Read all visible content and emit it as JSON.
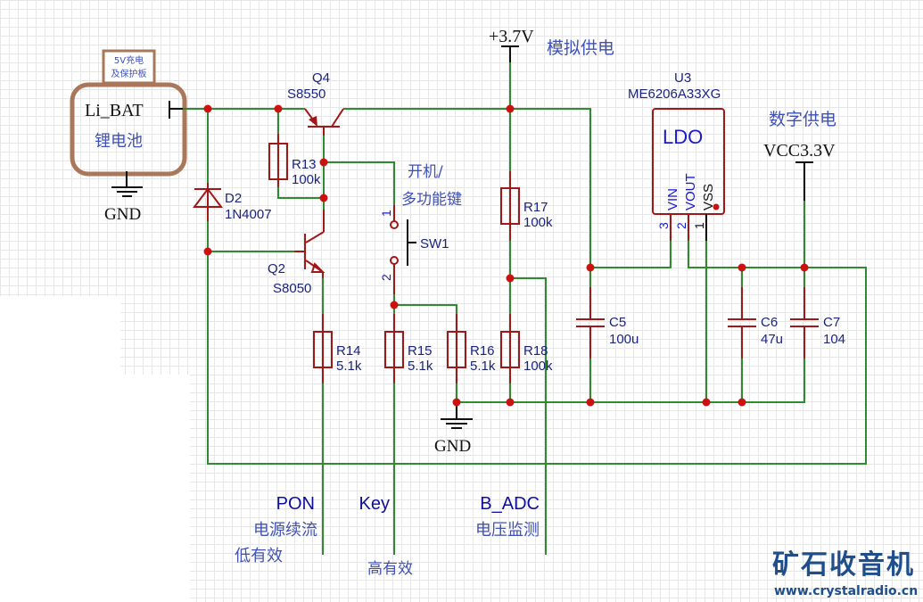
{
  "battery": {
    "charger_label_line1": "5V充电",
    "charger_label_line2": "及保护板",
    "name": "Li_BAT",
    "cn_name": "锂电池",
    "gnd": "GND"
  },
  "components": {
    "Q4": {
      "ref": "Q4",
      "part": "S8550"
    },
    "Q2": {
      "ref": "Q2",
      "part": "S8050"
    },
    "D2": {
      "ref": "D2",
      "part": "1N4007"
    },
    "R13": {
      "ref": "R13",
      "value": "100k"
    },
    "R14": {
      "ref": "R14",
      "value": "5.1k"
    },
    "R15": {
      "ref": "R15",
      "value": "5.1k"
    },
    "R16": {
      "ref": "R16",
      "value": "5.1k"
    },
    "R17": {
      "ref": "R17",
      "value": "100k"
    },
    "R18": {
      "ref": "R18",
      "value": "100k"
    },
    "C5": {
      "ref": "C5",
      "value": "100u"
    },
    "C6": {
      "ref": "C6",
      "value": "47u"
    },
    "C7": {
      "ref": "C7",
      "value": "104"
    },
    "SW1": {
      "ref": "SW1",
      "pin1": "1",
      "pin2": "2",
      "desc_line1": "开机/",
      "desc_line2": "多功能键"
    },
    "U3": {
      "ref": "U3",
      "part": "ME6206A33XG",
      "body": "LDO",
      "pins": [
        {
          "num": "3",
          "name": "VIN"
        },
        {
          "num": "2",
          "name": "VOUT"
        },
        {
          "num": "1",
          "name": "VSS"
        }
      ]
    }
  },
  "power": {
    "vbat": "+3.7V",
    "vbat_desc": "模拟供电",
    "vcc": "VCC3.3V",
    "vcc_desc": "数字供电",
    "gnd2": "GND"
  },
  "nets": {
    "pon": {
      "name": "PON",
      "desc1": "电源续流",
      "desc2": "低有效"
    },
    "key": {
      "name": "Key",
      "desc1": "高有效"
    },
    "badc": {
      "name": "B_ADC",
      "desc1": "电压监测"
    }
  },
  "watermark": {
    "title": "矿石收音机",
    "url": "www.crystalradio.cn"
  }
}
